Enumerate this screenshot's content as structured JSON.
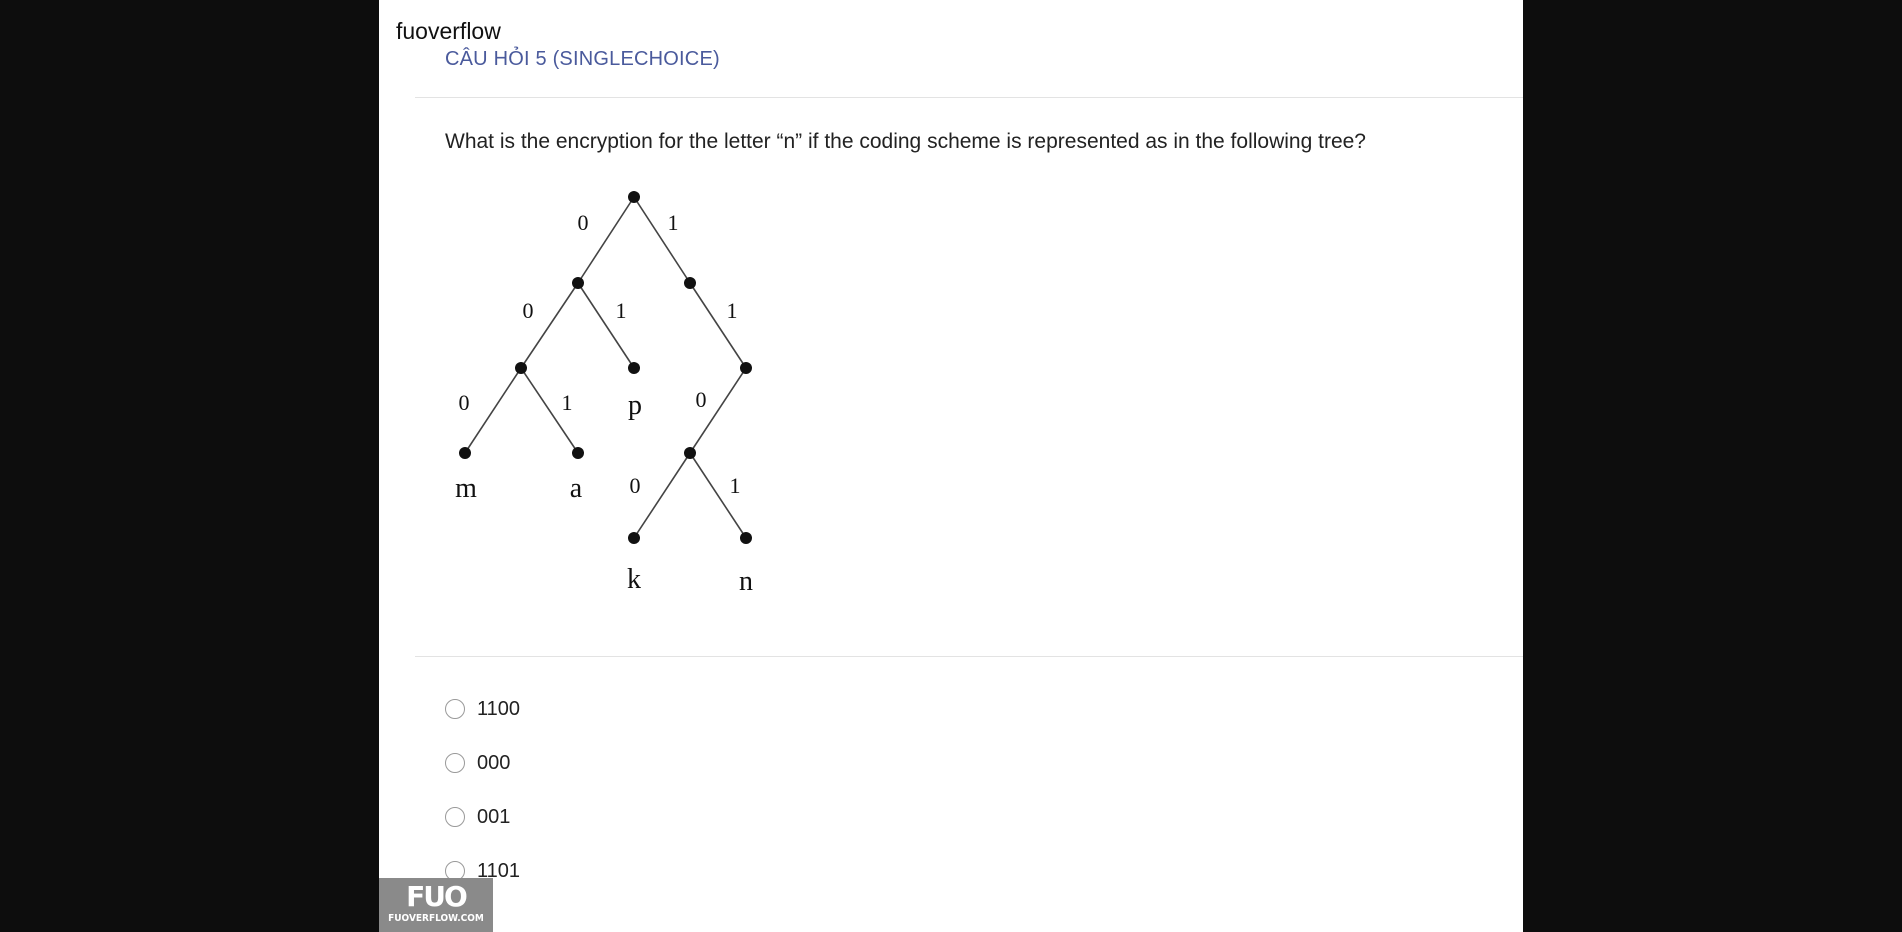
{
  "site": {
    "title": "fuoverflow"
  },
  "question": {
    "header": "CÂU HỎI 5 (SINGLECHOICE)",
    "text": "What is the encryption for the letter “n” if the coding scheme is represented as in the following tree?"
  },
  "tree": {
    "edge_labels": [
      "0",
      "1",
      "0",
      "1",
      "1",
      "0",
      "1",
      "0",
      "0",
      "1"
    ],
    "leaf_labels": [
      "m",
      "a",
      "p",
      "k",
      "n"
    ]
  },
  "options": [
    {
      "label": "1100",
      "selected": false
    },
    {
      "label": "000",
      "selected": false
    },
    {
      "label": "001",
      "selected": false
    },
    {
      "label": "1101",
      "selected": false
    }
  ],
  "logo": {
    "mark": "FUO",
    "url": "FUOVERFLOW.COM"
  },
  "colors": {
    "page_background": "#0d0d0d",
    "header_accent": "#4a5a9c",
    "logo_background": "#8a8a8a"
  }
}
